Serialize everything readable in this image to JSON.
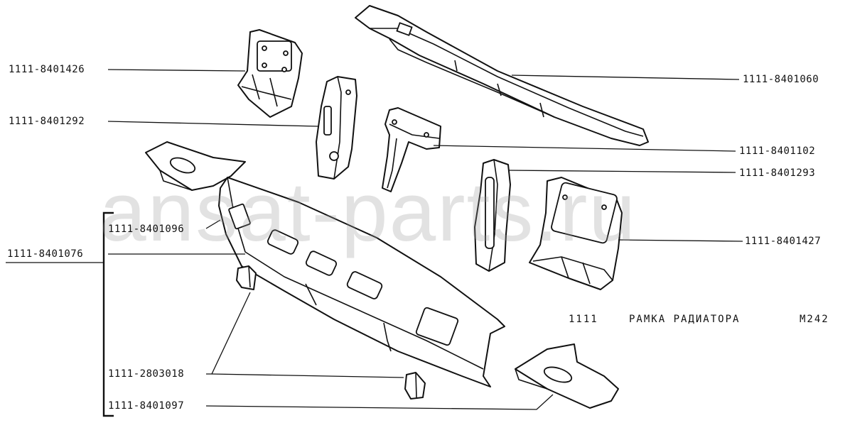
{
  "watermark": "ansat-parts.ru",
  "title": {
    "model": "1111",
    "name": "РАМКА РАДИАТОРА",
    "code": "М242"
  },
  "parts": [
    {
      "id": "p1",
      "number": "1111-8401426"
    },
    {
      "id": "p2",
      "number": "1111-8401060"
    },
    {
      "id": "p3",
      "number": "1111-8401292"
    },
    {
      "id": "p4",
      "number": "1111-8401102"
    },
    {
      "id": "p5",
      "number": "1111-8401293"
    },
    {
      "id": "p6",
      "number": "1111-8401096"
    },
    {
      "id": "p7",
      "number": "1111-8401427"
    },
    {
      "id": "p8",
      "number": "1111-8401076"
    },
    {
      "id": "p9",
      "number": "1111-2803018"
    },
    {
      "id": "p10",
      "number": "1111-8401097"
    }
  ]
}
